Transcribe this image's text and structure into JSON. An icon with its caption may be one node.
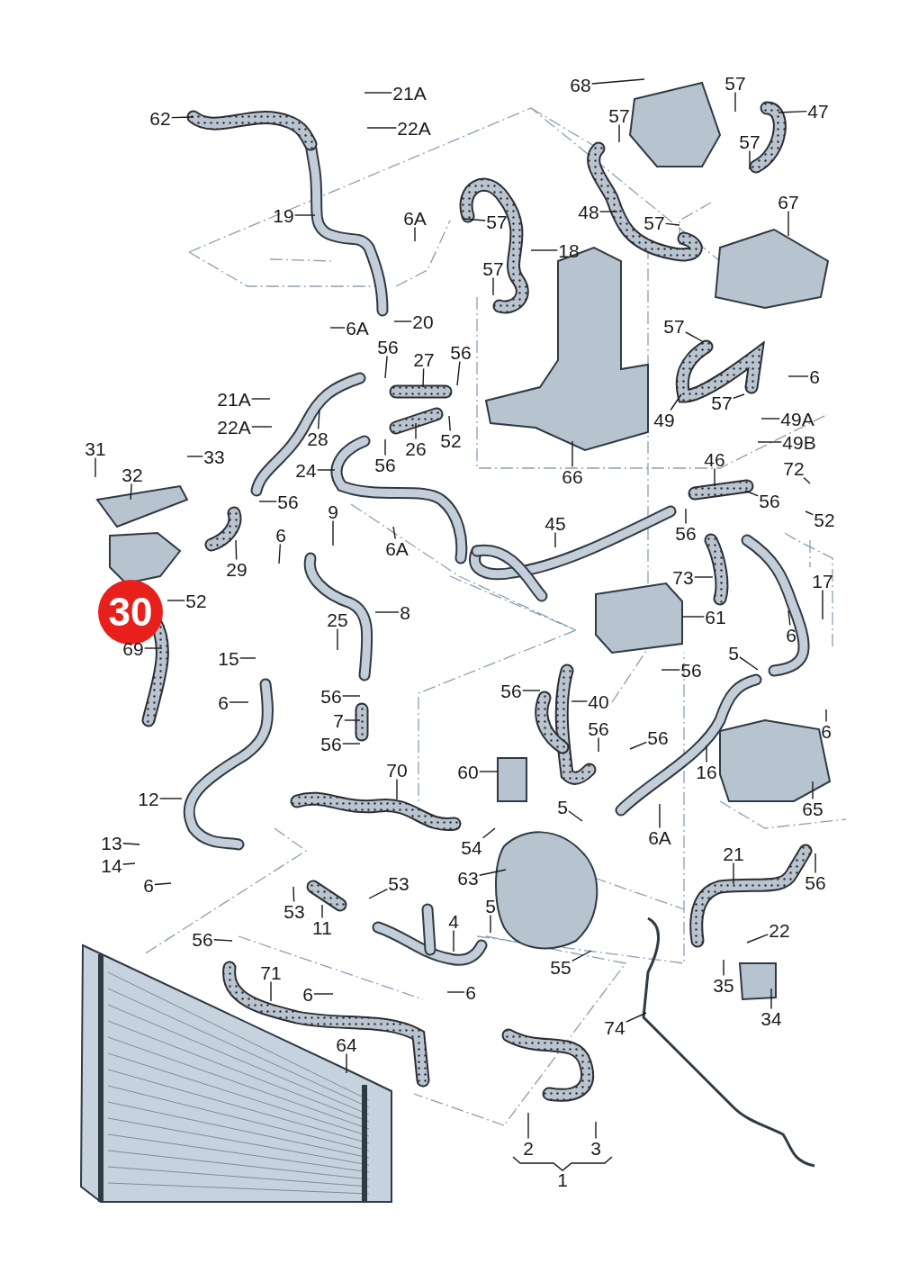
{
  "diagram": {
    "nodes": [
      {
        "text": [
          "62"
        ]
      },
      {
        "text": [
          "21A"
        ]
      },
      {
        "text": [
          "22A"
        ]
      },
      {
        "text": [
          "19"
        ]
      },
      {
        "text": [
          "6A"
        ]
      },
      {
        "text": [
          "57"
        ]
      },
      {
        "text": [
          "57"
        ]
      },
      {
        "text": [
          "18"
        ]
      },
      {
        "text": [
          "20"
        ]
      },
      {
        "text": [
          "6A"
        ]
      },
      {
        "text": [
          "56"
        ]
      },
      {
        "text": [
          "27"
        ]
      },
      {
        "text": [
          "56"
        ]
      },
      {
        "text": [
          "21A"
        ]
      },
      {
        "text": [
          "22A"
        ]
      },
      {
        "text": [
          "28"
        ]
      },
      {
        "text": [
          "26"
        ]
      },
      {
        "text": [
          "52"
        ]
      },
      {
        "text": [
          "56"
        ]
      },
      {
        "text": [
          "24"
        ]
      },
      {
        "text": [
          "66"
        ]
      },
      {
        "text": [
          "31"
        ]
      },
      {
        "text": [
          "33"
        ]
      },
      {
        "text": [
          "32"
        ]
      },
      {
        "text": [
          "56"
        ]
      },
      {
        "text": [
          "29"
        ]
      },
      {
        "text": [
          "6"
        ]
      },
      {
        "text": [
          "9"
        ]
      },
      {
        "text": [
          "6A"
        ]
      },
      {
        "text": [
          "30"
        ]
      },
      {
        "text": [
          "52"
        ]
      },
      {
        "text": [
          "69"
        ]
      },
      {
        "text": [
          "25"
        ]
      },
      {
        "text": [
          "8"
        ]
      },
      {
        "text": [
          "15"
        ]
      },
      {
        "text": [
          "6"
        ]
      },
      {
        "text": [
          "56"
        ]
      },
      {
        "text": [
          "7"
        ]
      },
      {
        "text": [
          "56"
        ]
      },
      {
        "text": [
          "12"
        ]
      },
      {
        "text": [
          "70"
        ]
      },
      {
        "text": [
          "13"
        ]
      },
      {
        "text": [
          "14"
        ]
      },
      {
        "text": [
          "6"
        ]
      },
      {
        "text": [
          "53"
        ]
      },
      {
        "text": [
          "11"
        ]
      },
      {
        "text": [
          "53"
        ]
      },
      {
        "text": [
          "4"
        ]
      },
      {
        "text": [
          "56"
        ]
      },
      {
        "text": [
          "71"
        ]
      },
      {
        "text": [
          "6"
        ]
      },
      {
        "text": [
          "6"
        ]
      },
      {
        "text": [
          "64"
        ]
      },
      {
        "text": [
          "68"
        ]
      },
      {
        "text": [
          "57"
        ]
      },
      {
        "text": [
          "57"
        ]
      },
      {
        "text": [
          "47"
        ]
      },
      {
        "text": [
          "57"
        ]
      },
      {
        "text": [
          "48"
        ]
      },
      {
        "text": [
          "57"
        ]
      },
      {
        "text": [
          "67"
        ]
      },
      {
        "text": [
          "57"
        ]
      },
      {
        "text": [
          "6"
        ]
      },
      {
        "text": [
          "57"
        ]
      },
      {
        "text": [
          "49"
        ]
      },
      {
        "text": [
          "49A"
        ]
      },
      {
        "text": [
          "49B"
        ]
      },
      {
        "text": [
          "46"
        ]
      },
      {
        "text": [
          "72"
        ]
      },
      {
        "text": [
          "56"
        ]
      },
      {
        "text": [
          "52"
        ]
      },
      {
        "text": [
          "45"
        ]
      },
      {
        "text": [
          "56"
        ]
      },
      {
        "text": [
          "73"
        ]
      },
      {
        "text": [
          "17"
        ]
      },
      {
        "text": [
          "61"
        ]
      },
      {
        "text": [
          "6"
        ]
      },
      {
        "text": [
          "5"
        ]
      },
      {
        "text": [
          "56"
        ]
      },
      {
        "text": [
          "56"
        ]
      },
      {
        "text": [
          "40"
        ]
      },
      {
        "text": [
          "56"
        ]
      },
      {
        "text": [
          "56"
        ]
      },
      {
        "text": [
          "6"
        ]
      },
      {
        "text": [
          "16"
        ]
      },
      {
        "text": [
          "60"
        ]
      },
      {
        "text": [
          "65"
        ]
      },
      {
        "text": [
          "5"
        ]
      },
      {
        "text": [
          "6A"
        ]
      },
      {
        "text": [
          "54"
        ]
      },
      {
        "text": [
          "21"
        ]
      },
      {
        "text": [
          "63"
        ]
      },
      {
        "text": [
          "56"
        ]
      },
      {
        "text": [
          "5"
        ]
      },
      {
        "text": [
          "22"
        ]
      },
      {
        "text": [
          "55"
        ]
      },
      {
        "text": [
          "35"
        ]
      },
      {
        "text": [
          "34"
        ]
      },
      {
        "text": [
          "74"
        ]
      },
      {
        "text": [
          "2"
        ]
      },
      {
        "text": [
          "3"
        ]
      }
    ],
    "edges": [
      {
        "from": 0,
        "to": null,
        "arrow": "none"
      },
      {
        "from": 1,
        "to": null,
        "arrow": "none"
      },
      {
        "from": 2,
        "to": null,
        "arrow": "none"
      },
      {
        "from": 3,
        "to": null,
        "arrow": "none"
      },
      {
        "from": 4,
        "to": null,
        "arrow": "none"
      },
      {
        "from": 5,
        "to": null,
        "arrow": "none"
      },
      {
        "from": 6,
        "to": null,
        "arrow": "none"
      },
      {
        "from": 7,
        "to": null,
        "arrow": "none"
      },
      {
        "from": 8,
        "to": null,
        "arrow": "none"
      },
      {
        "from": 9,
        "to": null,
        "arrow": "none"
      },
      {
        "from": 10,
        "to": null,
        "arrow": "none"
      },
      {
        "from": 11,
        "to": null,
        "arrow": "none"
      },
      {
        "from": 12,
        "to": null,
        "arrow": "none"
      },
      {
        "from": 13,
        "to": null,
        "arrow": "none"
      },
      {
        "from": 14,
        "to": null,
        "arrow": "none"
      },
      {
        "from": 15,
        "to": null,
        "arrow": "none"
      },
      {
        "from": 16,
        "to": null,
        "arrow": "none"
      },
      {
        "from": 17,
        "to": null,
        "arrow": "none"
      },
      {
        "from": 18,
        "to": null,
        "arrow": "none"
      },
      {
        "from": 19,
        "to": null,
        "arrow": "none"
      },
      {
        "from": 20,
        "to": null,
        "arrow": "none"
      },
      {
        "from": 21,
        "to": null,
        "arrow": "none"
      },
      {
        "from": 22,
        "to": null,
        "arrow": "none"
      },
      {
        "from": 23,
        "to": null,
        "arrow": "none"
      },
      {
        "from": 24,
        "to": null,
        "arrow": "none"
      },
      {
        "from": 25,
        "to": null,
        "arrow": "none"
      },
      {
        "from": 26,
        "to": null,
        "arrow": "none"
      },
      {
        "from": 27,
        "to": null,
        "arrow": "none"
      },
      {
        "from": 28,
        "to": null,
        "arrow": "none"
      },
      {
        "from": 30,
        "to": null,
        "arrow": "none"
      },
      {
        "from": 31,
        "to": null,
        "arrow": "none"
      },
      {
        "from": 32,
        "to": null,
        "arrow": "none"
      },
      {
        "from": 33,
        "to": null,
        "arrow": "none"
      },
      {
        "from": 34,
        "to": null,
        "arrow": "none"
      },
      {
        "from": 35,
        "to": null,
        "arrow": "none"
      },
      {
        "from": 36,
        "to": null,
        "arrow": "none"
      },
      {
        "from": 37,
        "to": null,
        "arrow": "none"
      },
      {
        "from": 38,
        "to": null,
        "arrow": "none"
      },
      {
        "from": 39,
        "to": null,
        "arrow": "none"
      },
      {
        "from": 40,
        "to": null,
        "arrow": "none"
      },
      {
        "from": 41,
        "to": null,
        "arrow": "none"
      },
      {
        "from": 42,
        "to": null,
        "arrow": "none"
      },
      {
        "from": 43,
        "to": null,
        "arrow": "none"
      },
      {
        "from": 44,
        "to": null,
        "arrow": "none"
      },
      {
        "from": 45,
        "to": null,
        "arrow": "none"
      },
      {
        "from": 46,
        "to": null,
        "arrow": "none"
      },
      {
        "from": 47,
        "to": null,
        "arrow": "none"
      },
      {
        "from": 48,
        "to": null,
        "arrow": "none"
      },
      {
        "from": 49,
        "to": null,
        "arrow": "none"
      },
      {
        "from": 50,
        "to": null,
        "arrow": "none"
      },
      {
        "from": 51,
        "to": null,
        "arrow": "none"
      },
      {
        "from": 52,
        "to": null,
        "arrow": "none"
      },
      {
        "from": 53,
        "to": null,
        "arrow": "none"
      },
      {
        "from": 54,
        "to": null,
        "arrow": "none"
      },
      {
        "from": 55,
        "to": null,
        "arrow": "none"
      },
      {
        "from": 56,
        "to": null,
        "arrow": "none"
      },
      {
        "from": 57,
        "to": null,
        "arrow": "none"
      },
      {
        "from": 58,
        "to": null,
        "arrow": "none"
      },
      {
        "from": 59,
        "to": null,
        "arrow": "none"
      },
      {
        "from": 60,
        "to": null,
        "arrow": "none"
      },
      {
        "from": 61,
        "to": null,
        "arrow": "none"
      },
      {
        "from": 62,
        "to": null,
        "arrow": "none"
      },
      {
        "from": 63,
        "to": null,
        "arrow": "none"
      },
      {
        "from": 64,
        "to": null,
        "arrow": "none"
      },
      {
        "from": 65,
        "to": null,
        "arrow": "none"
      },
      {
        "from": 66,
        "to": null,
        "arrow": "none"
      },
      {
        "from": 67,
        "to": null,
        "arrow": "none"
      },
      {
        "from": 68,
        "to": null,
        "arrow": "none"
      },
      {
        "from": 69,
        "to": null,
        "arrow": "none"
      },
      {
        "from": 70,
        "to": null,
        "arrow": "none"
      },
      {
        "from": 71,
        "to": null,
        "arrow": "none"
      },
      {
        "from": 72,
        "to": null,
        "arrow": "none"
      },
      {
        "from": 73,
        "to": null,
        "arrow": "none"
      },
      {
        "from": 74,
        "to": null,
        "arrow": "none"
      },
      {
        "from": 75,
        "to": null,
        "arrow": "none"
      },
      {
        "from": 76,
        "to": null,
        "arrow": "none"
      },
      {
        "from": 77,
        "to": null,
        "arrow": "none"
      },
      {
        "from": 78,
        "to": null,
        "arrow": "none"
      },
      {
        "from": 79,
        "to": null,
        "arrow": "none"
      },
      {
        "from": 80,
        "to": null,
        "arrow": "none"
      },
      {
        "from": 81,
        "to": null,
        "arrow": "none"
      },
      {
        "from": 82,
        "to": null,
        "arrow": "none"
      },
      {
        "from": 83,
        "to": null,
        "arrow": "none"
      },
      {
        "from": 84,
        "to": null,
        "arrow": "none"
      },
      {
        "from": 85,
        "to": null,
        "arrow": "none"
      },
      {
        "from": 86,
        "to": null,
        "arrow": "none"
      },
      {
        "from": 87,
        "to": null,
        "arrow": "none"
      },
      {
        "from": 88,
        "to": null,
        "arrow": "none"
      },
      {
        "from": 89,
        "to": null,
        "arrow": "none"
      },
      {
        "from": 90,
        "to": null,
        "arrow": "none"
      },
      {
        "from": 91,
        "to": null,
        "arrow": "none"
      },
      {
        "from": 92,
        "to": null,
        "arrow": "none"
      },
      {
        "from": 93,
        "to": null,
        "arrow": "none"
      },
      {
        "from": 94,
        "to": null,
        "arrow": "none"
      },
      {
        "from": 95,
        "to": null,
        "arrow": "none"
      },
      {
        "from": 96,
        "to": null,
        "arrow": "none"
      },
      {
        "from": 97,
        "to": null,
        "arrow": "none"
      },
      {
        "from": 98,
        "to": null,
        "arrow": "none"
      },
      {
        "from": 99,
        "to": null,
        "arrow": "none"
      },
      {
        "from": 100,
        "to": null,
        "arrow": "none"
      }
    ],
    "labels": [
      "1"
    ]
  }
}
